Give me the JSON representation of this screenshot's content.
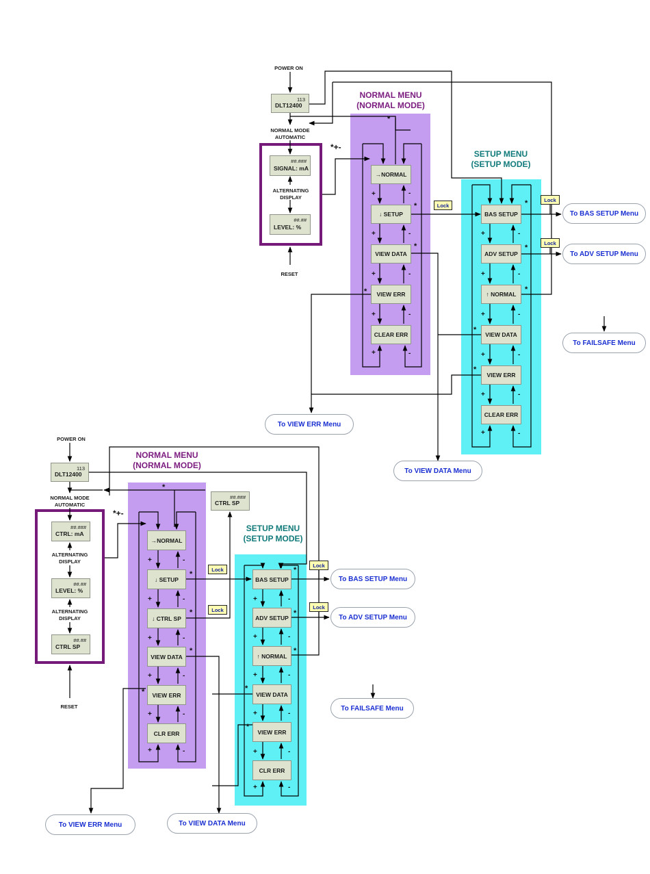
{
  "diagram_top": {
    "power_on": "POWER ON",
    "reset": "RESET",
    "mode_label": "NORMAL MODE\nAUTOMATIC",
    "startup_lcd": {
      "top": "113",
      "bottom": "DLT12400"
    },
    "display_lcds": [
      {
        "top": "##.###",
        "bottom": "SIGNAL: mA"
      },
      {
        "top": "##.##",
        "bottom": "LEVEL: %"
      }
    ],
    "alternating_labels": [
      "ALTERNATING\nDISPLAY"
    ],
    "entry_key": "*+-",
    "normal_menu": {
      "title": "NORMAL MENU\n(NORMAL MODE)",
      "items": [
        "→NORMAL",
        "↓ SETUP",
        "VIEW DATA",
        "VIEW ERR",
        "CLEAR ERR"
      ]
    },
    "setup_menu": {
      "title": "SETUP MENU\n(SETUP MODE)",
      "items": [
        "BAS SETUP",
        "ADV SETUP",
        "↑ NORMAL",
        "VIEW DATA",
        "VIEW ERR",
        "CLEAR ERR"
      ]
    },
    "lock_label": "Lock",
    "links": {
      "bas_setup": "To BAS SETUP Menu",
      "adv_setup": "To ADV SETUP Menu",
      "failsafe": "To FAILSAFE Menu",
      "view_err": "To VIEW ERR Menu",
      "view_data": "To VIEW DATA Menu"
    }
  },
  "diagram_bottom": {
    "power_on": "POWER ON",
    "reset": "RESET",
    "mode_label": "NORMAL MODE\nAUTOMATIC",
    "startup_lcd": {
      "top": "113",
      "bottom": "DLT12400"
    },
    "display_lcds": [
      {
        "top": "##.###",
        "bottom": "CTRL: mA"
      },
      {
        "top": "##.##",
        "bottom": "LEVEL: %"
      },
      {
        "top": "##.##",
        "bottom": "CTRL SP"
      }
    ],
    "setpoint_lcd": {
      "top": "##.###",
      "bottom": "CTRL SP"
    },
    "alternating_labels": [
      "ALTERNATING\nDISPLAY",
      "ALTERNATING\nDISPLAY"
    ],
    "entry_key": "*+-",
    "normal_menu": {
      "title": "NORMAL MENU\n(NORMAL MODE)",
      "items": [
        "→NORMAL",
        "↓ SETUP",
        "↓ CTRL SP",
        "VIEW DATA",
        "VIEW ERR",
        "CLR ERR"
      ]
    },
    "setup_menu": {
      "title": "SETUP MENU\n(SETUP MODE)",
      "items": [
        "BAS SETUP",
        "ADV SETUP",
        "↑ NORMAL",
        "VIEW DATA",
        "VIEW ERR",
        "CLR ERR"
      ]
    },
    "lock_label": "Lock",
    "links": {
      "bas_setup": "To BAS SETUP Menu",
      "adv_setup": "To ADV SETUP Menu",
      "failsafe": "To FAILSAFE Menu",
      "view_err": "To VIEW ERR Menu",
      "view_data": "To VIEW DATA Menu"
    }
  },
  "symbols": {
    "enter": "*",
    "plus": "+",
    "minus": "-"
  }
}
